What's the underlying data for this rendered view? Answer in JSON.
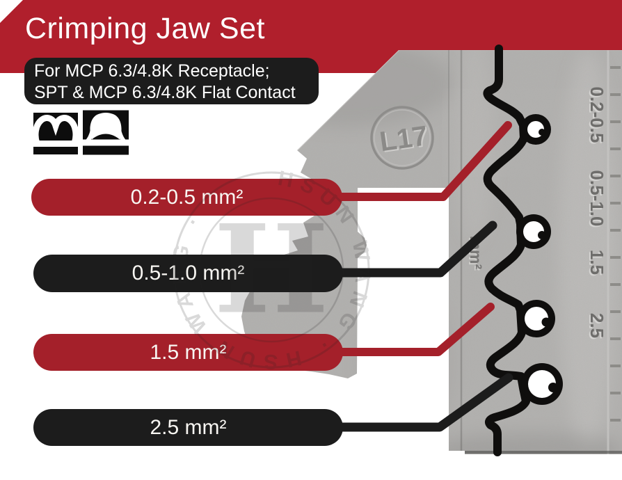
{
  "header": {
    "title": "Crimping Jaw Set",
    "subtitle_line1": "For MCP 6.3/4.8K Receptacle;",
    "subtitle_line2": "SPT & MCP 6.3/4.8K Flat Contact"
  },
  "profile_icons": [
    {
      "name": "open-barrel-crimp-profile"
    },
    {
      "name": "insulated-closed-crimp-profile"
    }
  ],
  "jaw": {
    "stamp": "L17",
    "engraved_unit": "mm²",
    "size_markings": [
      "0.2-0.5",
      "0.5-1.0",
      "1.5",
      "2.5"
    ]
  },
  "callouts": [
    {
      "label": "0.2-0.5 mm²",
      "color": "#a4202a"
    },
    {
      "label": "0.5-1.0 mm²",
      "color": "#1c1c1c"
    },
    {
      "label": "1.5 mm²",
      "color": "#a4202a"
    },
    {
      "label": "2.5 mm²",
      "color": "#1c1c1c"
    }
  ],
  "watermark": {
    "ring_text": "HSUN WANG · HSUN WANG ·",
    "monogram": "H"
  },
  "colors": {
    "header_red": "#b01f2c",
    "callout_red": "#a4202a",
    "callout_black": "#1c1c1c",
    "metal_gray": "#b2b1af",
    "text_white": "#ffffff"
  }
}
